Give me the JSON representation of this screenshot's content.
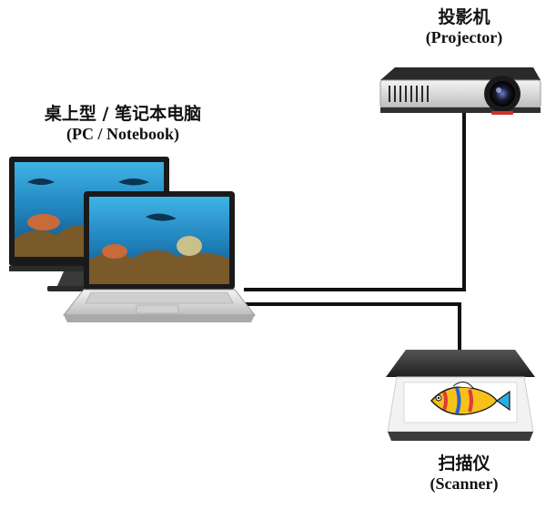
{
  "projector": {
    "label_cn": "投影机",
    "label_en": "(Projector)"
  },
  "computer": {
    "label_cn": "桌上型 / 笔记本电脑",
    "label_en": "(PC / Notebook)"
  },
  "scanner": {
    "label_cn": "扫描仪",
    "label_en": "(Scanner)"
  },
  "colors": {
    "cable": "#111111",
    "screen_water": "#1f7fb8",
    "device_silver": "#d9d9d9",
    "device_dark": "#2a2a2a"
  }
}
